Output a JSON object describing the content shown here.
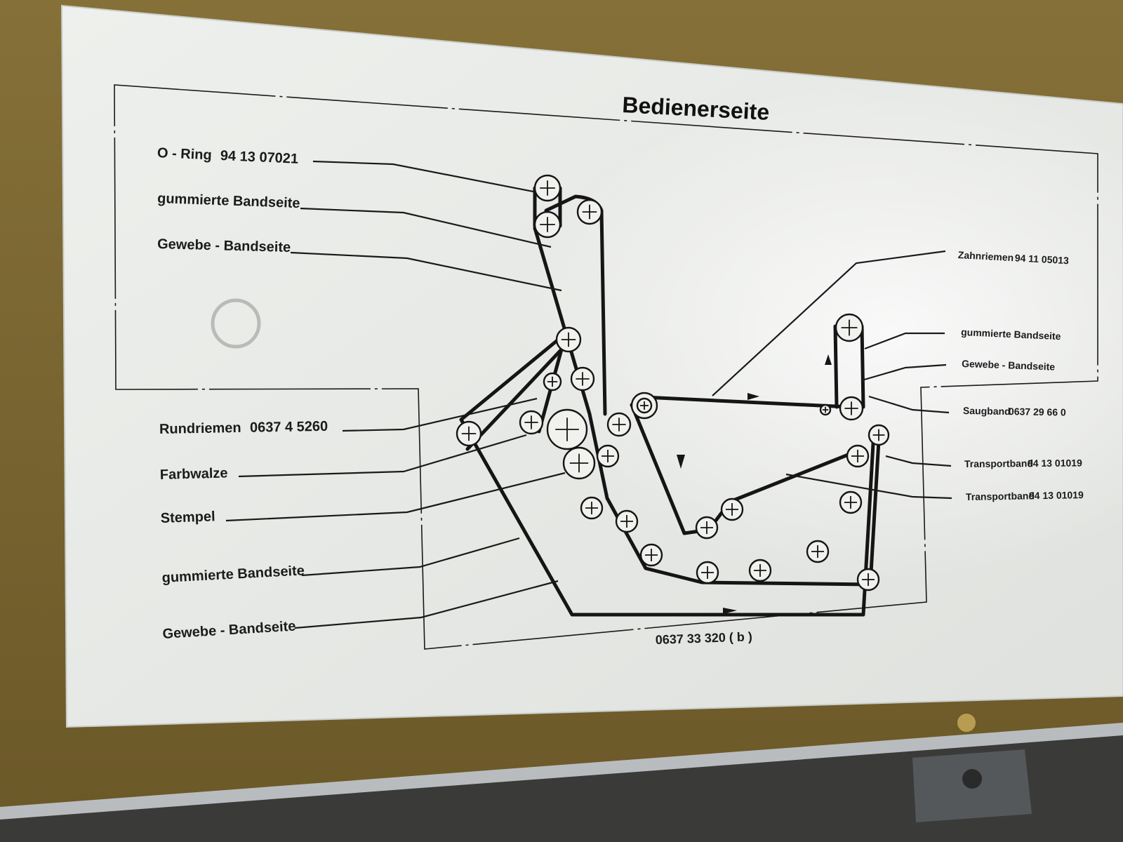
{
  "title": "Bedienerseite",
  "drawing_number": "0637 33 320 ( b )",
  "colors": {
    "housing": "#7a6631",
    "plate": "#e9ebe8",
    "ink": "#151515"
  },
  "labels_left": [
    {
      "id": "o-ring",
      "name": "O - Ring",
      "number": "94 13 07021"
    },
    {
      "id": "gummierte-1",
      "name": "gummierte Bandseite",
      "number": ""
    },
    {
      "id": "gewebe-1",
      "name": "Gewebe - Bandseite",
      "number": ""
    },
    {
      "id": "rundriemen",
      "name": "Rundriemen",
      "number": "0637 4 5260"
    },
    {
      "id": "farbwalze",
      "name": "Farbwalze",
      "number": ""
    },
    {
      "id": "stempel",
      "name": "Stempel",
      "number": ""
    },
    {
      "id": "gummierte-2",
      "name": "gummierte Bandseite",
      "number": ""
    },
    {
      "id": "gewebe-2",
      "name": "Gewebe - Bandseite",
      "number": ""
    }
  ],
  "labels_right": [
    {
      "id": "zahnriemen",
      "name": "Zahnriemen",
      "number": "94 11 05013"
    },
    {
      "id": "gummierte-r",
      "name": "gummierte Bandseite",
      "number": ""
    },
    {
      "id": "gewebe-r",
      "name": "Gewebe - Bandseite",
      "number": ""
    },
    {
      "id": "saugband",
      "name": "Saugband",
      "number": "0637 29 66 0"
    },
    {
      "id": "transport-1",
      "name": "Transportband",
      "number": "94 13 01019"
    },
    {
      "id": "transport-2",
      "name": "Transportband",
      "number": "94 13 01019"
    }
  ]
}
